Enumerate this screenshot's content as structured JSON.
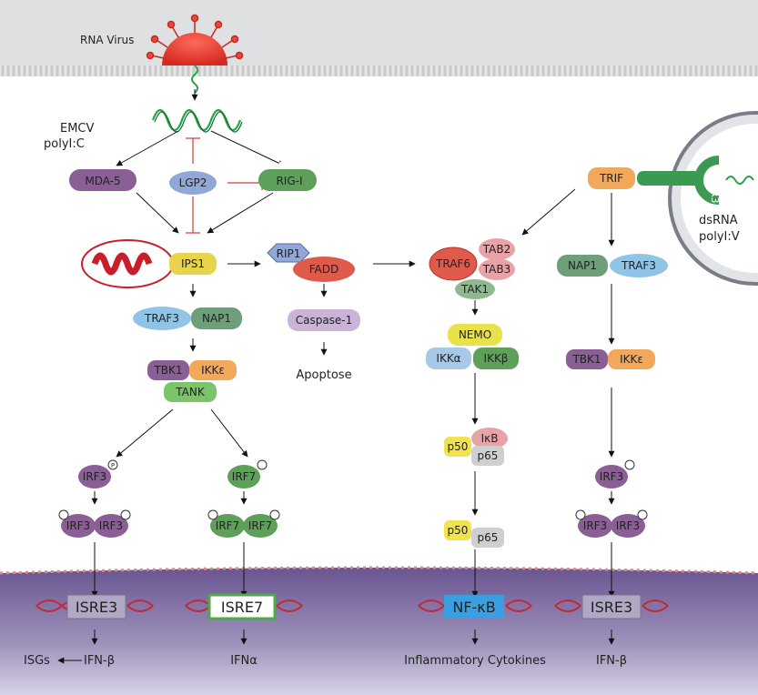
{
  "labels": {
    "rna_virus": "RNA Virus",
    "emcv": "EMCV",
    "polyic": "polyI:C",
    "dsrna": "dsRNA",
    "polyv": "polyI:V",
    "tlr3": "TLR3",
    "apoptose": "Apoptose",
    "phospho": "P"
  },
  "proteins": {
    "mda5": "MDA-5",
    "lgp2": "LGP2",
    "rigi": "RIG-I",
    "ips1": "IPS1",
    "rip1": "RIP1",
    "fadd": "FADD",
    "caspase1": "Caspase-1",
    "traf3": "TRAF3",
    "nap1": "NAP1",
    "tbk1": "TBK1",
    "ikke": "IKKε",
    "tank": "TANK",
    "irf3": "IRF3",
    "irf7": "IRF7",
    "trif": "TRIF",
    "traf6": "TRAF6",
    "tab2": "TAB2",
    "tab3": "TAB3",
    "tak1": "TAK1",
    "nemo": "NEMO",
    "ikka": "IKKα",
    "ikkb": "IKKβ",
    "p50": "p50",
    "p65": "p65",
    "ikb": "IκB"
  },
  "nucleus": {
    "isre3": "ISRE3",
    "isre7": "ISRE7",
    "nfkb": "NF-κB"
  },
  "outputs": {
    "isgs": "ISGs",
    "ifnb": "IFN-β",
    "ifna": "IFNα",
    "inflammatory": "Inflammatory Cytokines"
  },
  "colors": {
    "purple": "#8a5f95",
    "green": "#5ea05a",
    "blue": "#8fa8d8",
    "yellow": "#e7d44a",
    "red": "#e05a4c",
    "orange": "#e8873a",
    "nucleus": "#56457e",
    "dna": "#c32835"
  }
}
